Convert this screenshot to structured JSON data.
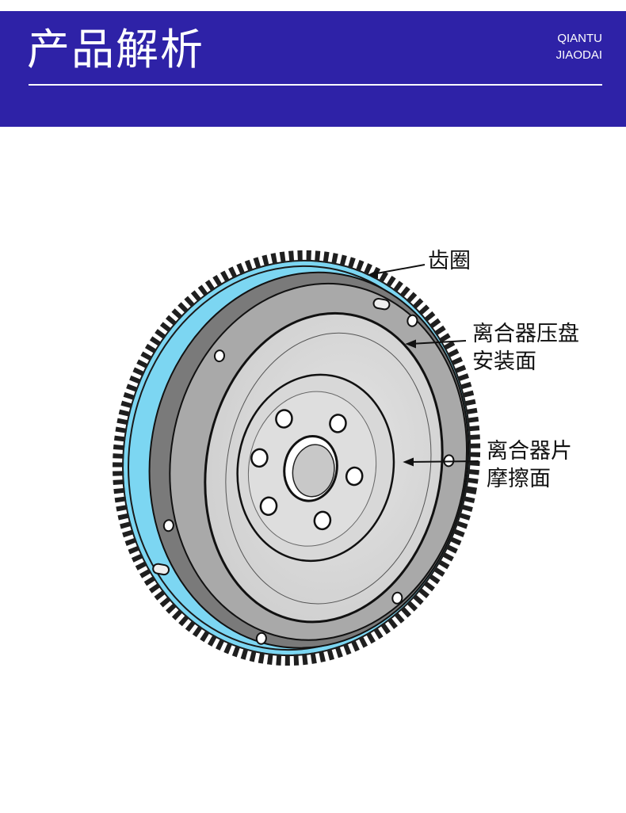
{
  "header": {
    "title": "产品解析",
    "brand_line1": "QIANTU",
    "brand_line2": "JIAODAI",
    "background_color": "#2e22a7"
  },
  "diagram": {
    "subject": "flywheel",
    "labels": {
      "ring_gear": "齿圈",
      "pressure_plate_line1": "离合器压盘",
      "pressure_plate_line2": "安装面",
      "friction_line1": "离合器片",
      "friction_line2": "摩擦面"
    },
    "highlight_color": "#7cd6f2"
  }
}
